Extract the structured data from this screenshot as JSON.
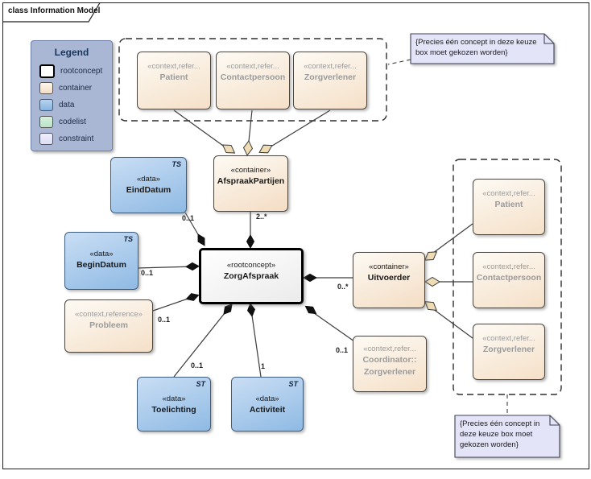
{
  "frame": {
    "title": "class Information Model"
  },
  "legend": {
    "title": "Legend",
    "items": [
      {
        "label": "rootconcept",
        "type": "rootconcept"
      },
      {
        "label": "container",
        "type": "container"
      },
      {
        "label": "data",
        "type": "data"
      },
      {
        "label": "codelist",
        "type": "codelist"
      },
      {
        "label": "constraint",
        "type": "constraint"
      }
    ]
  },
  "nodes": {
    "patient_top": {
      "stereotype": "«context,refer...",
      "name": "Patient"
    },
    "contactpersoon_top": {
      "stereotype": "«context,refer...",
      "name": "Contactpersoon"
    },
    "zorgverlener_top": {
      "stereotype": "«context,refer...",
      "name": "Zorgverlener"
    },
    "afspraakpartijen": {
      "stereotype": "«container»",
      "name": "AfspraakPartijen"
    },
    "einddatum": {
      "stereotype": "«data»",
      "name": "EindDatum",
      "tag": "TS"
    },
    "begindatum": {
      "stereotype": "«data»",
      "name": "BeginDatum",
      "tag": "TS"
    },
    "zorgafspraak": {
      "stereotype": "«rootconcept»",
      "name": "ZorgAfspraak"
    },
    "probleem": {
      "stereotype": "«context,reference»",
      "name": "Probleem"
    },
    "toelichting": {
      "stereotype": "«data»",
      "name": "Toelichting",
      "tag": "ST"
    },
    "activiteit": {
      "stereotype": "«data»",
      "name": "Activiteit",
      "tag": "ST"
    },
    "uitvoerder": {
      "stereotype": "«container»",
      "name": "Uitvoerder"
    },
    "coordinator": {
      "stereotype": "«context,refer...",
      "name_line1": "Coordinator::",
      "name_line2": "Zorgverlener"
    },
    "patient_right": {
      "stereotype": "«context,refer...",
      "name": "Patient"
    },
    "contactpersoon_right": {
      "stereotype": "«context,refer...",
      "name": "Contactpersoon"
    },
    "zorgverlener_right": {
      "stereotype": "«context,refer...",
      "name": "Zorgverlener"
    }
  },
  "notes": {
    "top": {
      "text": "{Precies één concept in deze keuze box moet gekozen worden}"
    },
    "bottom": {
      "text": "{Precies één concept in deze keuze box moet gekozen worden}"
    }
  },
  "multiplicities": {
    "einddatum": "0..1",
    "afspraakpartijen": "2..*",
    "begindatum": "0..1",
    "probleem": "0..1",
    "toelichting": "0..1",
    "activiteit": "1",
    "uitvoerder": "0..*",
    "coordinator": "0..1"
  },
  "colors": {
    "rootconcept_border": "#000000",
    "container_fill": "#f4ddc4",
    "data_fill": "#8fbae4",
    "codelist_fill": "#b9e4c5",
    "constraint_fill": "#dedef5",
    "legend_bg": "#a9b6d4",
    "note_bg": "#e3e4f7",
    "aggregation_diamond": "#efdcb4",
    "composition_diamond": "#111111"
  }
}
